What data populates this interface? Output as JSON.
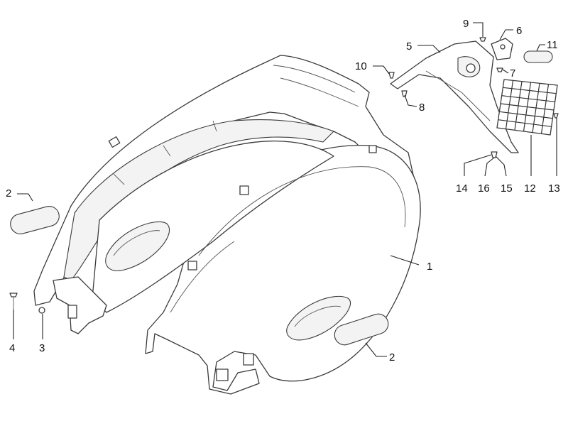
{
  "diagram": {
    "callouts": [
      {
        "id": "c1",
        "label": "1"
      },
      {
        "id": "c2a",
        "label": "2"
      },
      {
        "id": "c2b",
        "label": "2"
      },
      {
        "id": "c3",
        "label": "3"
      },
      {
        "id": "c4",
        "label": "4"
      },
      {
        "id": "c5",
        "label": "5"
      },
      {
        "id": "c6",
        "label": "6"
      },
      {
        "id": "c7",
        "label": "7"
      },
      {
        "id": "c8",
        "label": "8"
      },
      {
        "id": "c9",
        "label": "9"
      },
      {
        "id": "c10",
        "label": "10"
      },
      {
        "id": "c11",
        "label": "11"
      },
      {
        "id": "c12",
        "label": "12"
      },
      {
        "id": "c13",
        "label": "13"
      },
      {
        "id": "c14",
        "label": "14"
      },
      {
        "id": "c15",
        "label": "15"
      },
      {
        "id": "c16",
        "label": "16"
      }
    ]
  }
}
